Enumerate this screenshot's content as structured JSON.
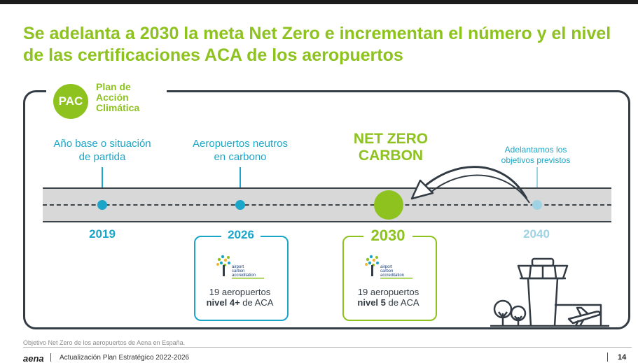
{
  "slide": {
    "title": "Se adelanta a 2030 la meta Net Zero e incrementan el número y el nivel de las certificaciones ACA de los aeropuertos",
    "pac": {
      "badge": "PAC",
      "line1": "Plan de",
      "line2": "Acción",
      "line3": "Climática"
    },
    "milestones": [
      {
        "label_line1": "Año base o situación",
        "label_line2": "de partida",
        "year": "2019"
      },
      {
        "label_line1": "Aeropuertos neutros",
        "label_line2": "en carbono",
        "year": "2026",
        "box_line1": "19 aeropuertos",
        "box_bold": "nivel 4+",
        "box_rest": " de ACA"
      },
      {
        "label_line1": "NET ZERO",
        "label_line2": "CARBON",
        "year": "2030",
        "box_line1": "19 aeropuertos",
        "box_bold": "nivel 5",
        "box_rest": " de ACA"
      },
      {
        "label_line1": "Adelantamos los",
        "label_line2": "objetivos previstos",
        "year": "2040"
      }
    ],
    "aca_logo_text": [
      "airport",
      "carbon",
      "accreditation"
    ],
    "footnote": "Objetivo Net Zero de los aeropuertos de Aena en España.",
    "footer": {
      "brand": "aena",
      "doc_title": "Actualización Plan Estratégico 2022-2026",
      "page": "14"
    },
    "colors": {
      "green": "#8dc21f",
      "blue": "#1ba6c9",
      "light_blue": "#9fd3e3",
      "dark": "#333c44"
    }
  }
}
